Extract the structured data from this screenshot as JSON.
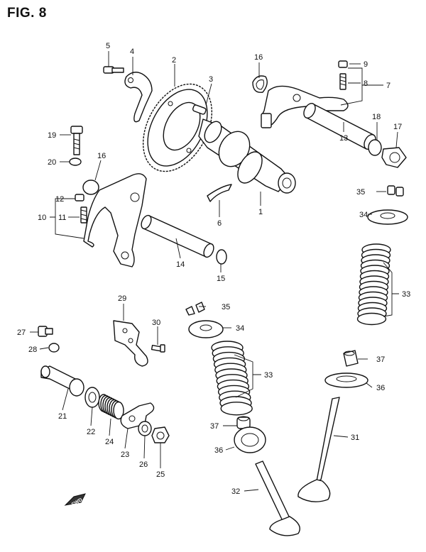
{
  "figure": {
    "title": "FIG. 8"
  },
  "front_marker": {
    "label": "FWD"
  },
  "callouts": [
    {
      "id": "c5",
      "label": "5"
    },
    {
      "id": "c4",
      "label": "4"
    },
    {
      "id": "c2",
      "label": "2"
    },
    {
      "id": "c3",
      "label": "3"
    },
    {
      "id": "c16a",
      "label": "16"
    },
    {
      "id": "c9",
      "label": "9"
    },
    {
      "id": "c8",
      "label": "8"
    },
    {
      "id": "c7",
      "label": "7"
    },
    {
      "id": "c19",
      "label": "19"
    },
    {
      "id": "c20",
      "label": "20"
    },
    {
      "id": "c16b",
      "label": "16"
    },
    {
      "id": "c18",
      "label": "18"
    },
    {
      "id": "c17",
      "label": "17"
    },
    {
      "id": "c13",
      "label": "13"
    },
    {
      "id": "c12",
      "label": "12"
    },
    {
      "id": "c10",
      "label": "10"
    },
    {
      "id": "c11",
      "label": "11"
    },
    {
      "id": "c6",
      "label": "6"
    },
    {
      "id": "c1",
      "label": "1"
    },
    {
      "id": "c35a",
      "label": "35"
    },
    {
      "id": "c34a",
      "label": "34"
    },
    {
      "id": "c14",
      "label": "14"
    },
    {
      "id": "c15",
      "label": "15"
    },
    {
      "id": "c33a",
      "label": "33"
    },
    {
      "id": "c29",
      "label": "29"
    },
    {
      "id": "c35b",
      "label": "35"
    },
    {
      "id": "c30",
      "label": "30"
    },
    {
      "id": "c34b",
      "label": "34"
    },
    {
      "id": "c27",
      "label": "27"
    },
    {
      "id": "c28",
      "label": "28"
    },
    {
      "id": "c33b",
      "label": "33"
    },
    {
      "id": "c37a",
      "label": "37"
    },
    {
      "id": "c36a",
      "label": "36"
    },
    {
      "id": "c21",
      "label": "21"
    },
    {
      "id": "c22",
      "label": "22"
    },
    {
      "id": "c24",
      "label": "24"
    },
    {
      "id": "c23",
      "label": "23"
    },
    {
      "id": "c26",
      "label": "26"
    },
    {
      "id": "c25",
      "label": "25"
    },
    {
      "id": "c37b",
      "label": "37"
    },
    {
      "id": "c31",
      "label": "31"
    },
    {
      "id": "c36b",
      "label": "36"
    },
    {
      "id": "c32",
      "label": "32"
    }
  ]
}
